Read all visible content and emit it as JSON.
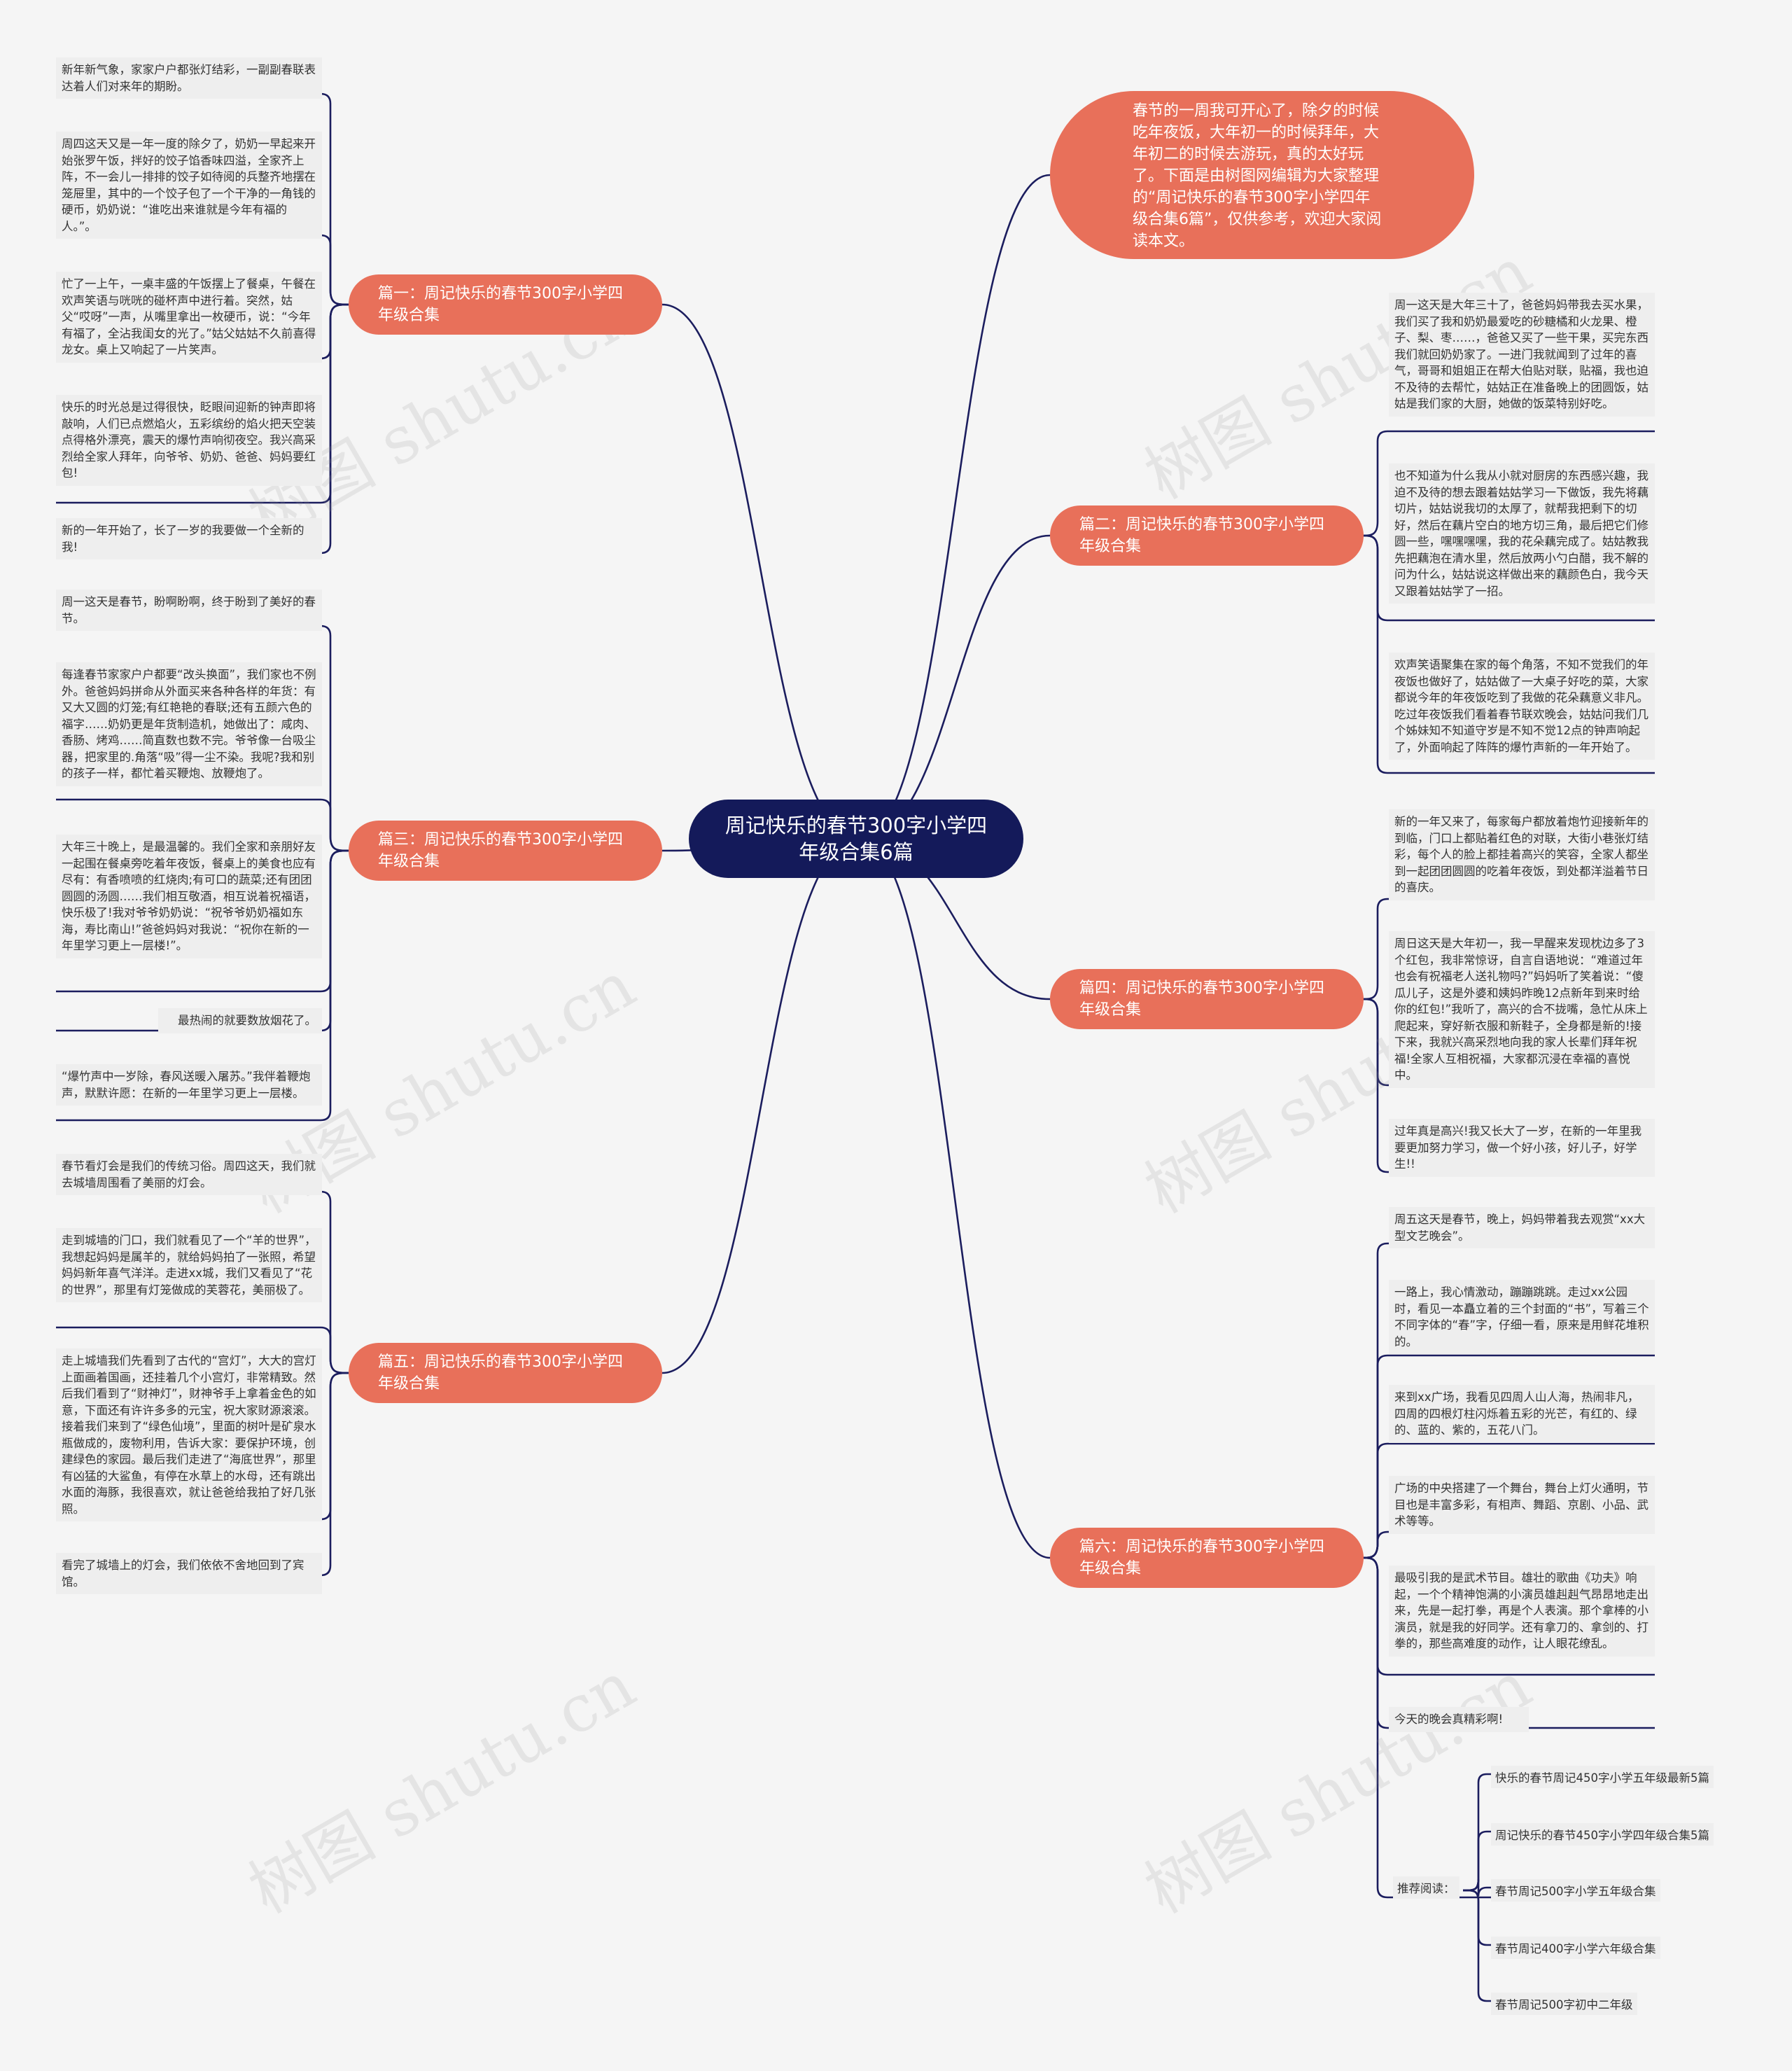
{
  "root": {
    "title": "周记快乐的春节300字小学四年级合集6篇"
  },
  "intro": {
    "text": "春节的一周我可开心了，除夕的时候吃年夜饭，大年初一的时候拜年，大年初二的时候去游玩，真的太好玩了。下面是由树图网编辑为大家整理的“周记快乐的春节300字小学四年级合集6篇”，仅供参考，欢迎大家阅读本文。"
  },
  "watermark": "树图 shutu.cn",
  "branches": [
    {
      "label": "篇一：周记快乐的春节300字小学四年级合集",
      "leaves": [
        "新年新气象，家家户户都张灯结彩，一副副春联表达着人们对来年的期盼。",
        "周四这天又是一年一度的除夕了，奶奶一早起来开始张罗午饭，拌好的饺子馅香味四溢，全家齐上阵，不一会儿一排排的饺子如待阅的兵整齐地摆在笼屉里，其中的一个饺子包了一个干净的一角钱的硬币，奶奶说：“谁吃出来谁就是今年有福的人。”。",
        "忙了一上午，一桌丰盛的午饭摆上了餐桌，午餐在欢声笑语与咣咣的碰杯声中进行着。突然，姑父“哎呀”一声，从嘴里拿出一枚硬币，说：“今年有福了，全沾我闺女的光了。”姑父姑姑不久前喜得龙女。桌上又响起了一片笑声。",
        "快乐的时光总是过得很快，眨眼间迎新的钟声即将敲响，人们已点燃焰火，五彩缤纷的焰火把天空装点得格外漂亮，震天的爆竹声响彻夜空。我兴高采烈给全家人拜年，向爷爷、奶奶、爸爸、妈妈要红包!",
        "新的一年开始了，长了一岁的我要做一个全新的我!"
      ]
    },
    {
      "label": "篇二：周记快乐的春节300字小学四年级合集",
      "leaves": [
        "周一这天是大年三十了，爸爸妈妈带我去买水果，我们买了我和奶奶最爱吃的砂糖橘和火龙果、橙子、梨、枣……，爸爸又买了一些干果，买完东西我们就回奶奶家了。一进门我就闻到了过年的喜气，哥哥和姐姐正在帮大伯贴对联，贴福，我也迫不及待的去帮忙，姑姑正在准备晚上的团圆饭，姑姑是我们家的大厨，她做的饭菜特别好吃。",
        "也不知道为什么我从小就对厨房的东西感兴趣，我迫不及待的想去跟着姑姑学习一下做饭，我先将藕切片，姑姑说我切的太厚了，就帮我把剩下的切好，然后在藕片空白的地方切三角，最后把它们修圆一些，嘿嘿嘿嘿，我的花朵藕完成了。姑姑教我先把藕泡在清水里，然后放两小勺白醋，我不解的问为什么，姑姑说这样做出来的藕颜色白，我今天又跟着姑姑学了一招。",
        "欢声笑语聚集在家的每个角落，不知不觉我们的年夜饭也做好了，姑姑做了一大桌子好吃的菜，大家都说今年的年夜饭吃到了我做的花朵藕意义非凡。吃过年夜饭我们看着春节联欢晚会，姑姑问我们几个姊妹知不知道守岁是不知不觉12点的钟声响起了，外面响起了阵阵的爆竹声新的一年开始了。"
      ]
    },
    {
      "label": "篇三：周记快乐的春节300字小学四年级合集",
      "leaves": [
        "周一这天是春节，盼啊盼啊，终于盼到了美好的春节。",
        "每逢春节家家户户都要“改头换面”，我们家也不例外。爸爸妈妈拼命从外面买来各种各样的年货：有又大又圆的灯笼;有红艳艳的春联;还有五颜六色的福字……奶奶更是年货制造机，她做出了：咸肉、香肠、烤鸡……简直数也数不完。爷爷像一台吸尘器，把家里的.角落“吸”得一尘不染。我呢?我和别的孩子一样，都忙着买鞭炮、放鞭炮了。",
        "大年三十晚上，是最温馨的。我们全家和亲朋好友一起围在餐桌旁吃着年夜饭，餐桌上的美食也应有尽有：有香喷喷的红烧肉;有可口的蔬菜;还有团团圆圆的汤圆……我们相互敬酒，相互说着祝福语，快乐极了!我对爷爷奶奶说：“祝爷爷奶奶福如东海，寿比南山!”爸爸妈妈对我说：“祝你在新的一年里学习更上一层楼!”。",
        "最热闹的就要数放烟花了。",
        "“爆竹声中一岁除，春风送暖入屠苏。”我伴着鞭炮声，默默许愿：在新的一年里学习更上一层楼。"
      ]
    },
    {
      "label": "篇四：周记快乐的春节300字小学四年级合集",
      "leaves": [
        "新的一年又来了，每家每户都放着炮竹迎接新年的到临，门口上都贴着红色的对联，大街小巷张灯结彩，每个人的脸上都挂着高兴的笑容，全家人都坐到一起团团圆圆的吃着年夜饭，到处都洋溢着节日的喜庆。",
        "周日这天是大年初一，我一早醒来发现枕边多了3个红包，我非常惊讶，自言自语地说：“难道过年也会有祝福老人送礼物吗?”妈妈听了笑着说：“傻瓜儿子，这是外婆和姨妈昨晚12点新年到来时给你的红包!”我听了，高兴的合不拢嘴，急忙从床上爬起来，穿好新衣服和新鞋子，全身都是新的!接下来，我就兴高采烈地向我的家人长辈们拜年祝福!全家人互相祝福，大家都沉浸在幸福的喜悦中。",
        "过年真是高兴!我又长大了一岁，在新的一年里我要更加努力学习，做一个好小孩，好儿子，好学生!!"
      ]
    },
    {
      "label": "篇五：周记快乐的春节300字小学四年级合集",
      "leaves": [
        "春节看灯会是我们的传统习俗。周四这天，我们就去城墙周围看了美丽的灯会。",
        "走到城墙的门口，我们就看见了一个“羊的世界”，我想起妈妈是属羊的，就给妈妈拍了一张照，希望妈妈新年喜气洋洋。走进xx城，我们又看见了“花的世界”，那里有灯笼做成的芙蓉花，美丽极了。",
        "走上城墙我们先看到了古代的“宫灯”，大大的宫灯上面画着国画，还挂着几个小宫灯，非常精致。然后我们看到了“财神灯”，财神爷手上拿着金色的如意，下面还有许许多多的元宝，祝大家财源滚滚。接着我们来到了“绿色仙境”，里面的树叶是矿泉水瓶做成的，废物利用，告诉大家：要保护环境，创建绿色的家园。最后我们走进了“海底世界”，那里有凶猛的大鲨鱼，有停在水草上的水母，还有跳出水面的海豚，我很喜欢，就让爸爸给我拍了好几张照。",
        "看完了城墙上的灯会，我们依依不舍地回到了宾馆。"
      ]
    },
    {
      "label": "篇六：周记快乐的春节300字小学四年级合集",
      "leaves": [
        "周五这天是春节，晚上，妈妈带着我去观赏“xx大型文艺晚会”。",
        "一路上，我心情激动，蹦蹦跳跳。走过xx公园时，看见一本矗立着的三个封面的“书”，写着三个不同字体的“春”字，仔细一看，原来是用鲜花堆积的。",
        "来到xx广场，我看见四周人山人海，热闹非凡，四周的四根灯柱闪烁着五彩的光芒，有红的、绿的、蓝的、紫的，五花八门。",
        "广场的中央搭建了一个舞台，舞台上灯火通明，节目也是丰富多彩，有相声、舞蹈、京剧、小品、武术等等。",
        "最吸引我的是武术节目。雄壮的歌曲《功夫》响起，一个个精神饱满的小演员雄赳赳气昂昂地走出来，先是一起打拳，再是个人表演。那个拿棒的小演员，就是我的好同学。还有拿刀的、拿剑的、打拳的，那些高难度的动作，让人眼花缭乱。",
        "今天的晚会真精彩啊!"
      ],
      "recommend": {
        "label": "推荐阅读：",
        "items": [
          "快乐的春节周记450字小学五年级最新5篇",
          "周记快乐的春节450字小学四年级合集5篇",
          "春节周记500字小学五年级合集",
          "春节周记400字小学六年级合集",
          "春节周记500字初中二年级"
        ]
      }
    }
  ]
}
